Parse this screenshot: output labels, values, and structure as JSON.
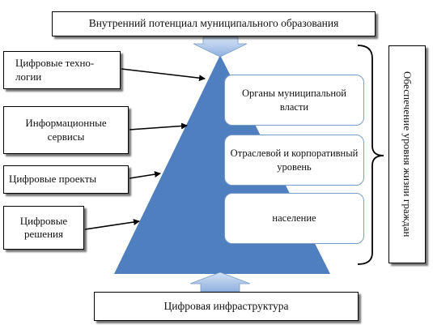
{
  "diagram": {
    "top_label": "Внутренний потенциал муниципального образования",
    "bottom_label": "Цифровая инфраструктура",
    "side_label": "Обеспечение уровня жизни граждан",
    "left_items": [
      "Цифровые техно-логии",
      "Информационные сервисы",
      "Цифровые проекты",
      "Цифровые решения"
    ],
    "levels": [
      "Органы муниципальной власти",
      "Отраслевой и корпоративный уровень",
      "население"
    ],
    "colors": {
      "pyramid": "#4f7fbf",
      "arrow_fill": "#a9c4e8",
      "level_border": "#7a9cc6"
    }
  }
}
